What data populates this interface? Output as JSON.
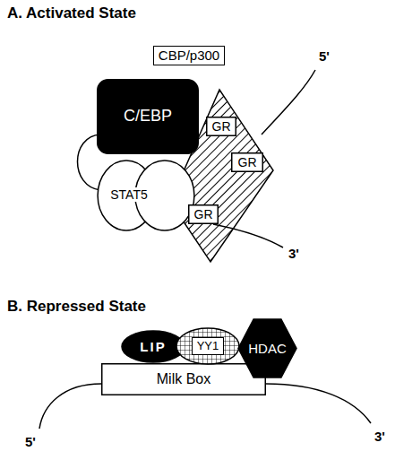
{
  "diagram": {
    "nodes": [
      {
        "text": [
          "CBP/p300"
        ]
      },
      {
        "text": [
          "C/EBP"
        ],
        "in": 0
      },
      {
        "text": [
          "STAT5"
        ],
        "in": 0
      },
      {
        "text": [
          "GR"
        ],
        "in": 0
      },
      {
        "text": [
          "GR"
        ],
        "in": 0
      },
      {
        "text": [
          "GR"
        ],
        "in": 0
      },
      {
        "text": [
          "LIP"
        ]
      },
      {
        "text": [
          "YY1"
        ]
      },
      {
        "text": [
          "HDAC"
        ]
      },
      {
        "text": [
          "Milk Box"
        ]
      }
    ],
    "labels": [
      "A. Activated State",
      "5'",
      "3'",
      "B. Repressed State",
      "5'",
      "3'"
    ]
  }
}
